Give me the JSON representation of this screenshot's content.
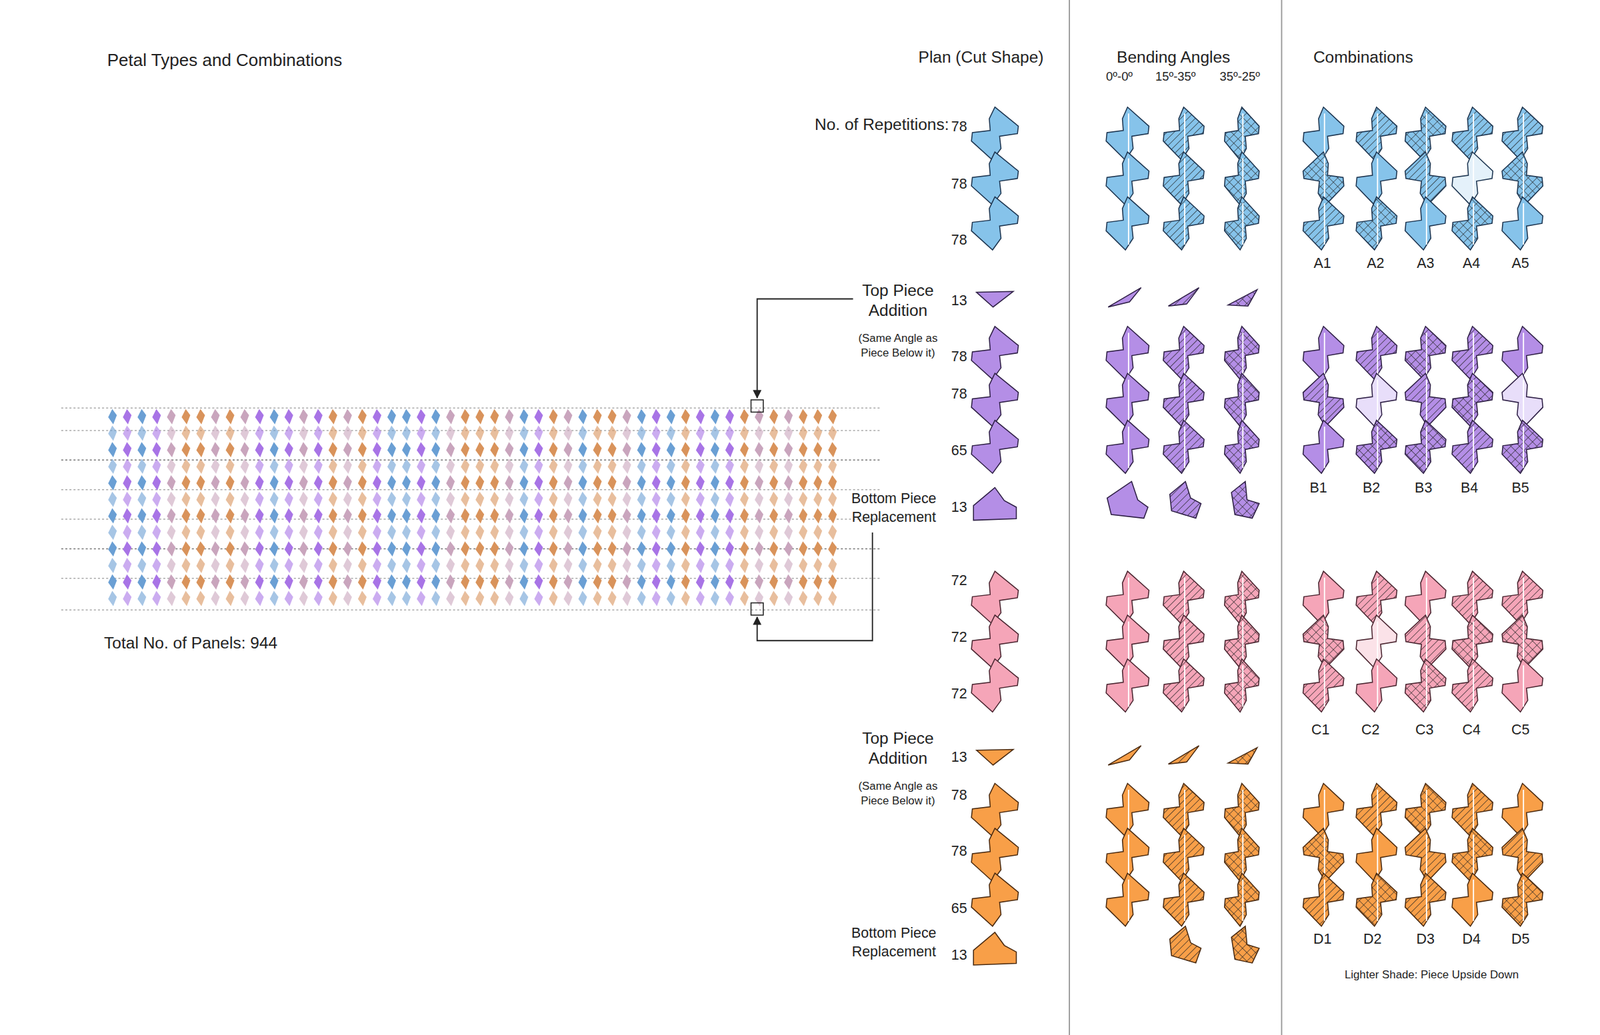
{
  "diagram": {
    "title": "Petal Types and Combinations",
    "labels": [
      "Plan (Cut Shape)",
      "Bending Angles",
      "0º-0º",
      "15º-35º",
      "35º-25º",
      "Combinations",
      "No. of Repetitions:",
      "78",
      "78",
      "78",
      "A1",
      "A2",
      "A3",
      "A4",
      "A5",
      "Top Piece Addition",
      "(Same Angle as Piece Below it)",
      "13",
      "78",
      "78",
      "65",
      "Bottom Piece Replacement",
      "13",
      "B1",
      "B2",
      "B3",
      "B4",
      "B5",
      "72",
      "72",
      "72",
      "C1",
      "C2",
      "C3",
      "C4",
      "C5",
      "Top Piece Addition",
      "(Same Angle as Piece Below it)",
      "13",
      "78",
      "78",
      "65",
      "Bottom Piece Replacement",
      "13",
      "D1",
      "D2",
      "D3",
      "D4",
      "D5",
      "Lighter Shade: Piece Upside Down",
      "Total No. of Panels: 944"
    ]
  }
}
